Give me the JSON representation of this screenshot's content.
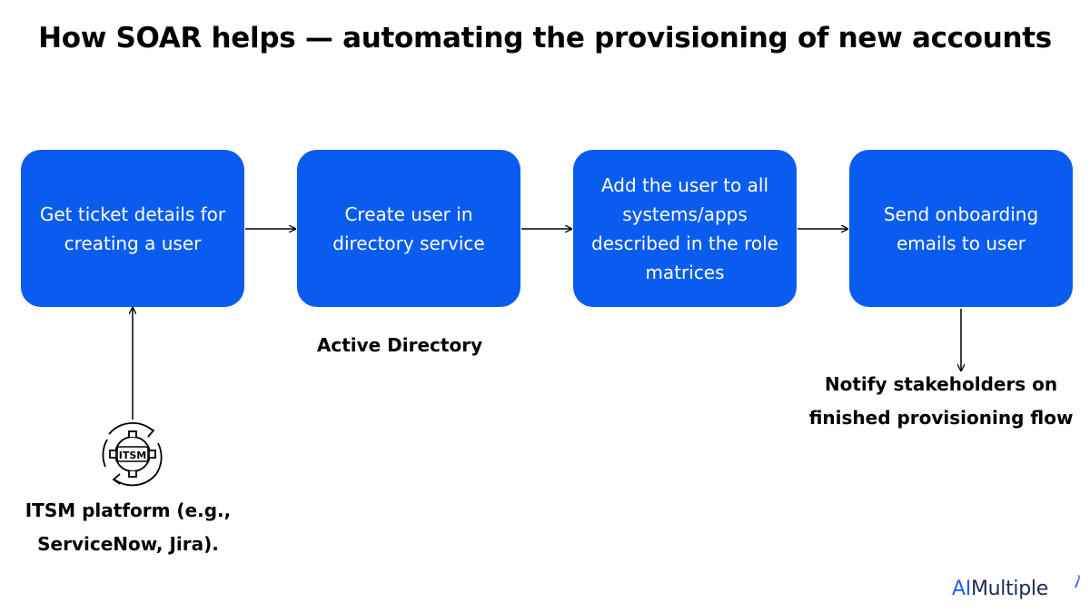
{
  "title": "How SOAR helps —  automating the provisioning of new accounts",
  "steps": [
    {
      "lines": [
        "Get ticket details for",
        "creating a user"
      ]
    },
    {
      "lines": [
        "Create user in",
        "directory service"
      ]
    },
    {
      "lines": [
        "Add the user to all",
        "systems/apps",
        "described in the role",
        "matrices"
      ]
    },
    {
      "lines": [
        "Send onboarding",
        "emails to user"
      ]
    }
  ],
  "labels": {
    "active_directory": "Active Directory",
    "notify": [
      "Notify stakeholders on",
      "finished provisioning flow"
    ],
    "itsm": [
      "ITSM platform (e.g.,",
      "ServiceNow, Jira)."
    ]
  },
  "itsm_icon_text": "ITSM",
  "logo": {
    "prefix": "AI",
    "suffix": "Multiple"
  },
  "colors": {
    "box": "#0a5cf0",
    "box_text": "#ffffff",
    "arrow": "#000000",
    "logo_dark": "#1c2a55",
    "logo_accent": "#1f5ef0"
  },
  "icons": {
    "itsm": "itsm-gear-cycle-icon"
  }
}
